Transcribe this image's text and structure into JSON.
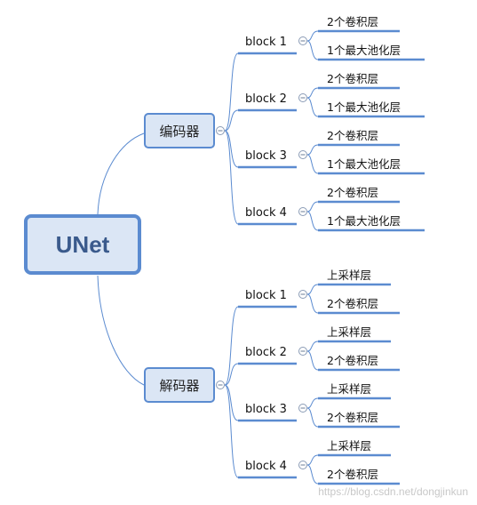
{
  "root": {
    "label": "UNet"
  },
  "branches": [
    {
      "label": "编码器",
      "blocks": [
        {
          "label": "block 1",
          "items": [
            "2个卷积层",
            "1个最大池化层"
          ]
        },
        {
          "label": "block 2",
          "items": [
            "2个卷积层",
            "1个最大池化层"
          ]
        },
        {
          "label": "block 3",
          "items": [
            "2个卷积层",
            "1个最大池化层"
          ]
        },
        {
          "label": "block 4",
          "items": [
            "2个卷积层",
            "1个最大池化层"
          ]
        }
      ]
    },
    {
      "label": "解码器",
      "blocks": [
        {
          "label": "block 1",
          "items": [
            "上采样层",
            "2个卷积层"
          ]
        },
        {
          "label": "block 2",
          "items": [
            "上采样层",
            "2个卷积层"
          ]
        },
        {
          "label": "block 3",
          "items": [
            "上采样层",
            "2个卷积层"
          ]
        },
        {
          "label": "block 4",
          "items": [
            "上采样层",
            "2个卷积层"
          ]
        }
      ]
    }
  ],
  "watermark": "https://blog.csdn.net/dongjinkun",
  "colors": {
    "line": "#5b8bd0",
    "node_fill": "#dbe6f5",
    "root_text": "#3a5a8c"
  },
  "icons": {
    "collapse": "minus-circle-icon"
  }
}
